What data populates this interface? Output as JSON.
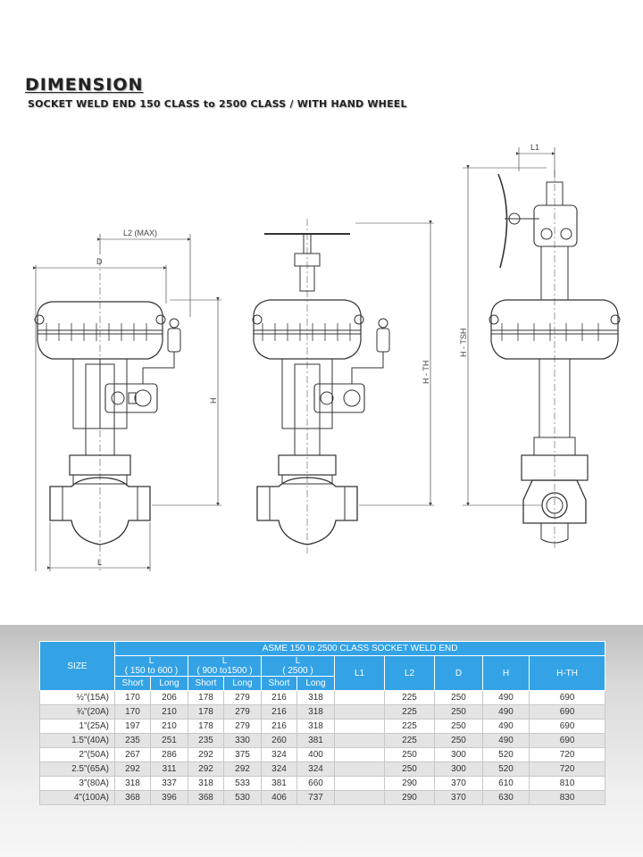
{
  "title": "DIMENSION",
  "subtitle": "SOCKET WELD END 150 CLASS to 2500 CLASS / WITH HAND WHEEL",
  "drawing_labels": {
    "l2_max": "L2 (MAX)",
    "d": "D",
    "h": "H",
    "l": "L",
    "h_th": "H - TH",
    "l1": "L1",
    "h_tsh": "H - TSH"
  },
  "table": {
    "size_header": "SIZE",
    "main_header": "ASME 150  to 2500 CLASS SOCKET WELD END",
    "l_groups": [
      {
        "letter": "L",
        "range": "( 150 to 600 )"
      },
      {
        "letter": "L",
        "range": "( 900 to1500 )"
      },
      {
        "letter": "L",
        "range": "( 2500 )"
      }
    ],
    "short_label": "Short",
    "long_label": "Long",
    "col_headers": [
      "L1",
      "L2",
      "D",
      "H",
      "H-TH"
    ],
    "rows": [
      {
        "size": "½\"(15A)",
        "v": [
          "170",
          "206",
          "178",
          "279",
          "216",
          "318",
          "",
          "225",
          "250",
          "490",
          "690"
        ]
      },
      {
        "size": "¾\"(20A)",
        "v": [
          "170",
          "210",
          "178",
          "279",
          "216",
          "318",
          "",
          "225",
          "250",
          "490",
          "690"
        ]
      },
      {
        "size": "1\"(25A)",
        "v": [
          "197",
          "210",
          "178",
          "279",
          "216",
          "318",
          "",
          "225",
          "250",
          "490",
          "690"
        ]
      },
      {
        "size": "1.5\"(40A)",
        "v": [
          "235",
          "251",
          "235",
          "330",
          "260",
          "381",
          "",
          "225",
          "250",
          "490",
          "690"
        ]
      },
      {
        "size": "2\"(50A)",
        "v": [
          "267",
          "286",
          "292",
          "375",
          "324",
          "400",
          "",
          "250",
          "300",
          "520",
          "720"
        ]
      },
      {
        "size": "2.5\"(65A)",
        "v": [
          "292",
          "311",
          "292",
          "292",
          "324",
          "324",
          "",
          "250",
          "300",
          "520",
          "720"
        ]
      },
      {
        "size": "3\"(80A)",
        "v": [
          "318",
          "337",
          "318",
          "533",
          "381",
          "660",
          "",
          "290",
          "370",
          "610",
          "810"
        ]
      },
      {
        "size": "4\"(100A)",
        "v": [
          "368",
          "396",
          "368",
          "530",
          "406",
          "737",
          "",
          "290",
          "370",
          "630",
          "830"
        ]
      }
    ]
  }
}
